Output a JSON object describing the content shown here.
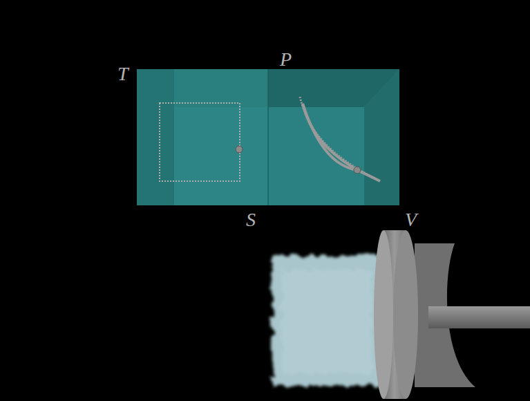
{
  "diagram": {
    "labels": [
      "T",
      "P",
      "S",
      "V"
    ]
  }
}
